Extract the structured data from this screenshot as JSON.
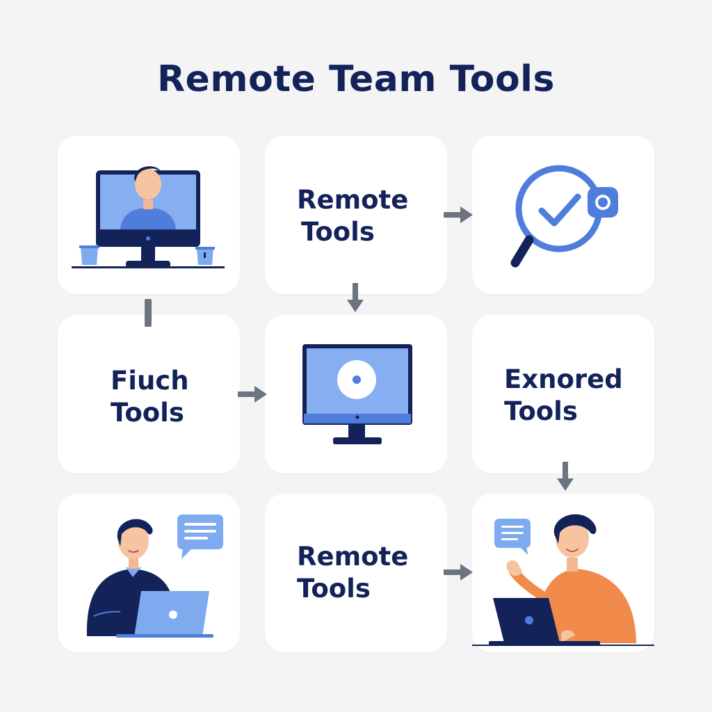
{
  "title": "Remote Team Tools",
  "cards": {
    "remote_tools_top": {
      "line1": "Remote",
      "line2": "Tools"
    },
    "fiuch_tools": {
      "line1": "Fiuch",
      "line2": "Tools"
    },
    "exnored_tools": {
      "line1": "Exnored",
      "line2": "Tools"
    },
    "remote_tools_bottom": {
      "line1": "Remote",
      "line2": "Tools"
    }
  },
  "colors": {
    "navy": "#13235a",
    "blue": "#4f7ddb",
    "light_blue": "#7eaaf0",
    "orange": "#f28a4b",
    "arrow": "#6b7480",
    "card": "#ffffff",
    "background": "#f4f4f5"
  },
  "icons": {
    "card1": "video-call-monitor-icon",
    "card3": "magnifier-check-icon",
    "card5": "desktop-monitor-icon",
    "card7": "person-laptop-chat-icon",
    "card9": "person-laptop-gesture-icon"
  }
}
